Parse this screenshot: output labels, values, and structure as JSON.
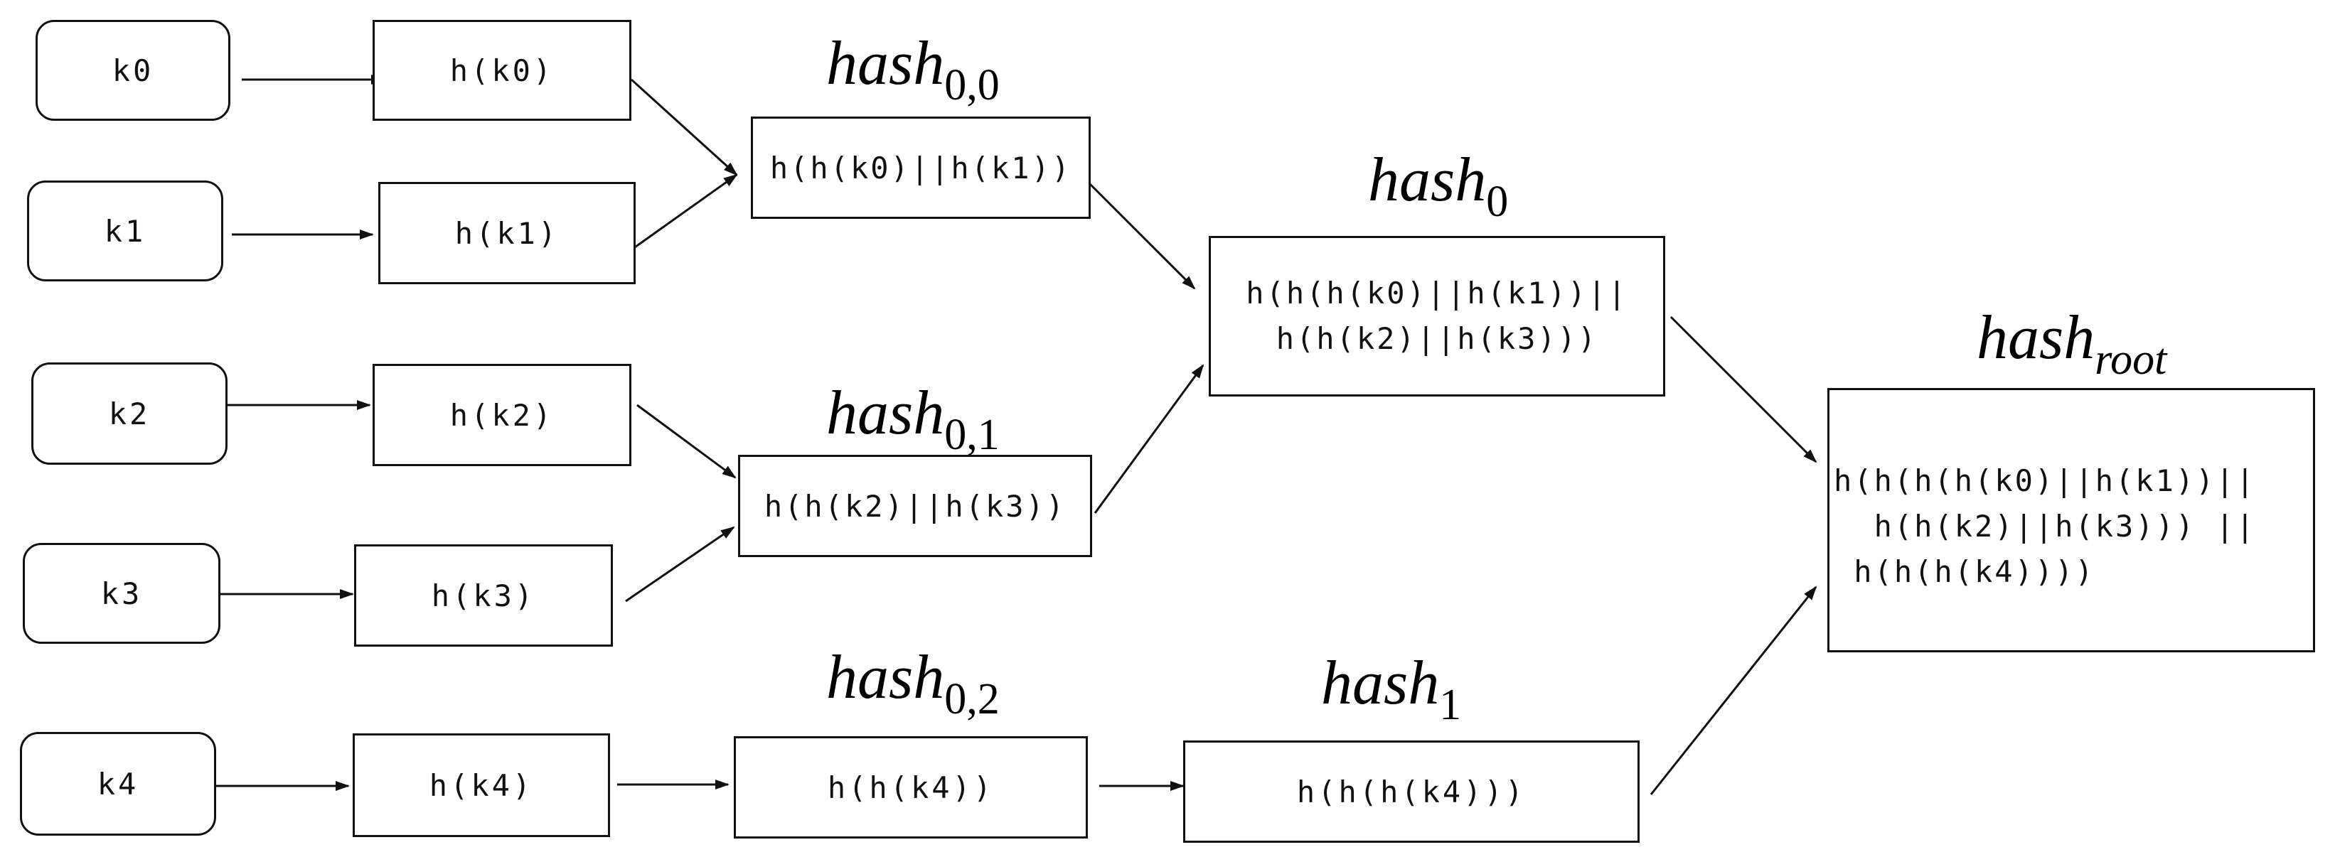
{
  "keys": {
    "k0": "k0",
    "k1": "k1",
    "k2": "k2",
    "k3": "k3",
    "k4": "k4"
  },
  "leaf_hashes": {
    "hk0": "h(k0)",
    "hk1": "h(k1)",
    "hk2": "h(k2)",
    "hk3": "h(k3)",
    "hk4": "h(k4)"
  },
  "level1": {
    "hash00": {
      "title_main": "hash",
      "title_sub": "0,0",
      "content": "h(h(k0)||h(k1))"
    },
    "hash01": {
      "title_main": "hash",
      "title_sub": "0,1",
      "content": "h(h(k2)||h(k3))"
    },
    "hash02": {
      "title_main": "hash",
      "title_sub": "0,2",
      "content": "h(h(k4))"
    }
  },
  "level2": {
    "hash0": {
      "title_main": "hash",
      "title_sub": "0",
      "line1": "h(h(h(k0)||h(k1))||",
      "line2": "h(h(k2)||h(k3)))"
    },
    "hash1": {
      "title_main": "hash",
      "title_sub": "1",
      "content": "h(h(h(k4)))"
    }
  },
  "root": {
    "title_main": "hash",
    "title_sub": "root",
    "line1": "h(h(h(h(k0)||h(k1))||",
    "line2": "  h(h(k2)||h(k3))) ||",
    "line3": " h(h(h(k4))))"
  }
}
